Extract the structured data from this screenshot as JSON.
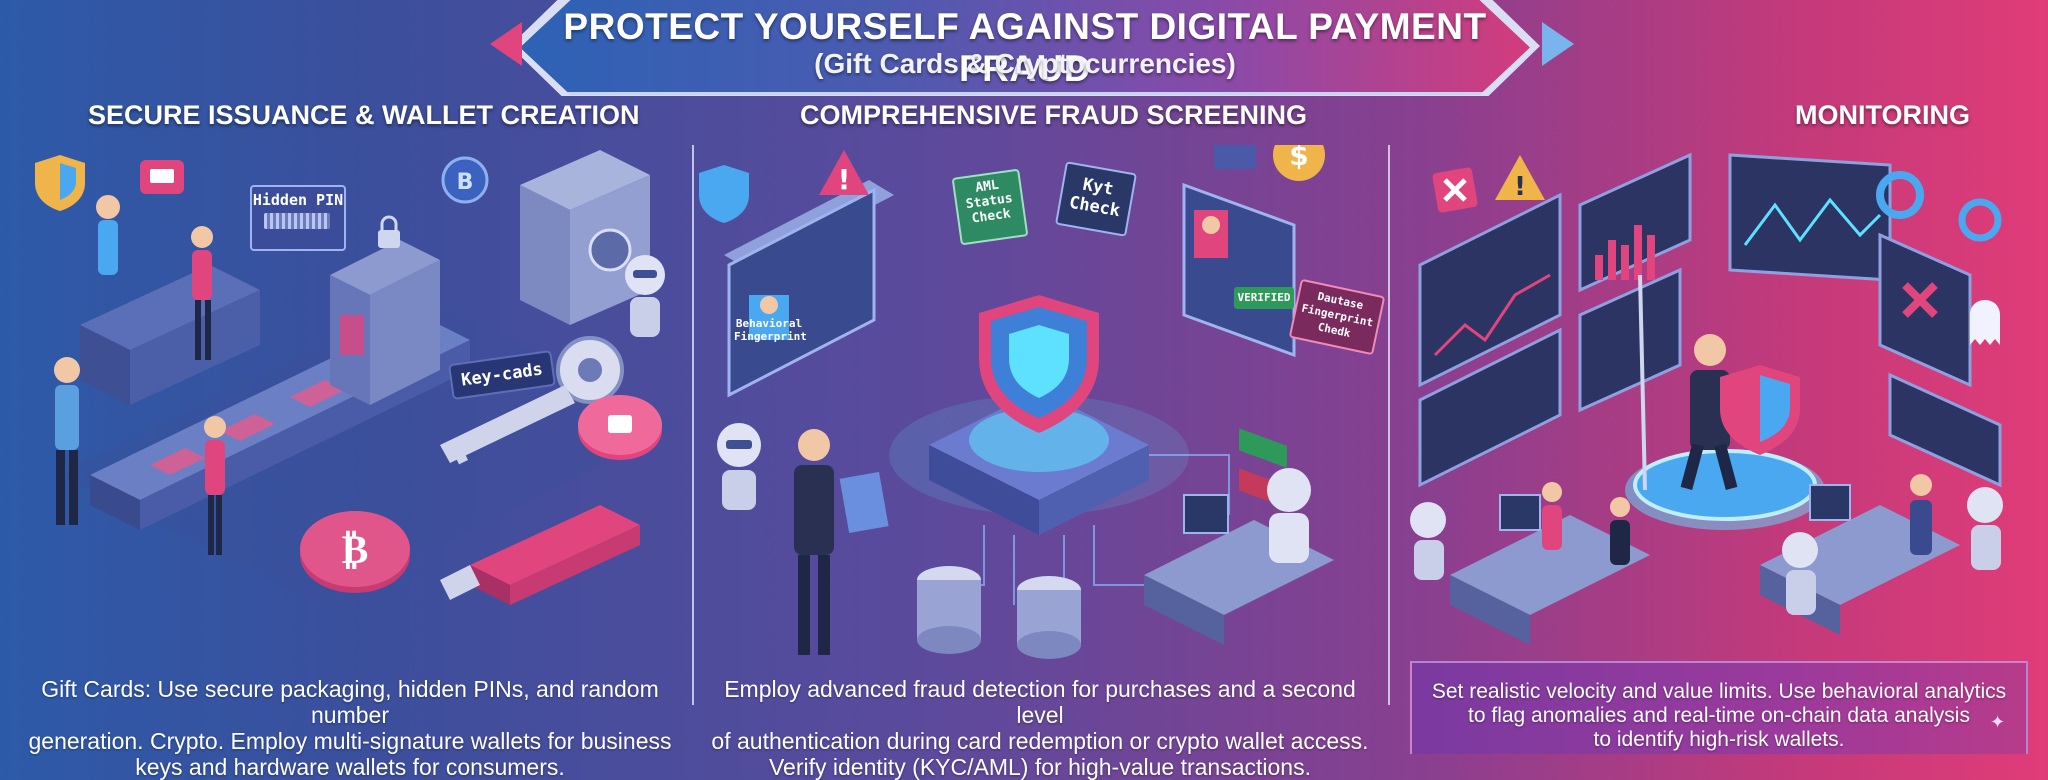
{
  "title": "PROTECT YOURSELF AGAINST DIGITAL PAYMENT FRAUD",
  "subtitle": "(Gift Cards & Cryptocurrencies)",
  "columns": [
    {
      "heading": "SECURE ISSUANCE & WALLET CREATION",
      "description_lines": [
        "Gift Cards: Use secure packaging, hidden PINs, and random number",
        "generation. Crypto. Employ multi-signature wallets for business",
        "keys and hardware wallets for consumers."
      ],
      "labels": {
        "hidden_pin": "Hidden PIN",
        "key_cards": "Key-cads"
      }
    },
    {
      "heading": "COMPREHENSIVE FRAUD SCREENING",
      "description_lines": [
        "Employ advanced fraud detection for purchases and a second level",
        "of authentication during card redemption or crypto wallet access.",
        "Verify identity (KYC/AML) for high-value transactions."
      ],
      "labels": {
        "aml_status_check": "AML Status Check",
        "kyt_check": "Kyt Check",
        "behavioral_fingerprint": "Behavioral Fingerprint",
        "user_verified": "VERIFIED",
        "database_fingerprint": "Dautase Fingerprint Chedk"
      }
    },
    {
      "heading": "MONITORING",
      "description_lines": [
        "Set realistic velocity and value limits. Use behavioral analytics",
        "to flag anomalies and real-time on-chain data analysis",
        "to identify high-risk wallets."
      ]
    }
  ],
  "colors": {
    "accent_pink": "#e0457e",
    "accent_blue": "#4aa8f0",
    "accent_cyan": "#5ee0ff"
  }
}
